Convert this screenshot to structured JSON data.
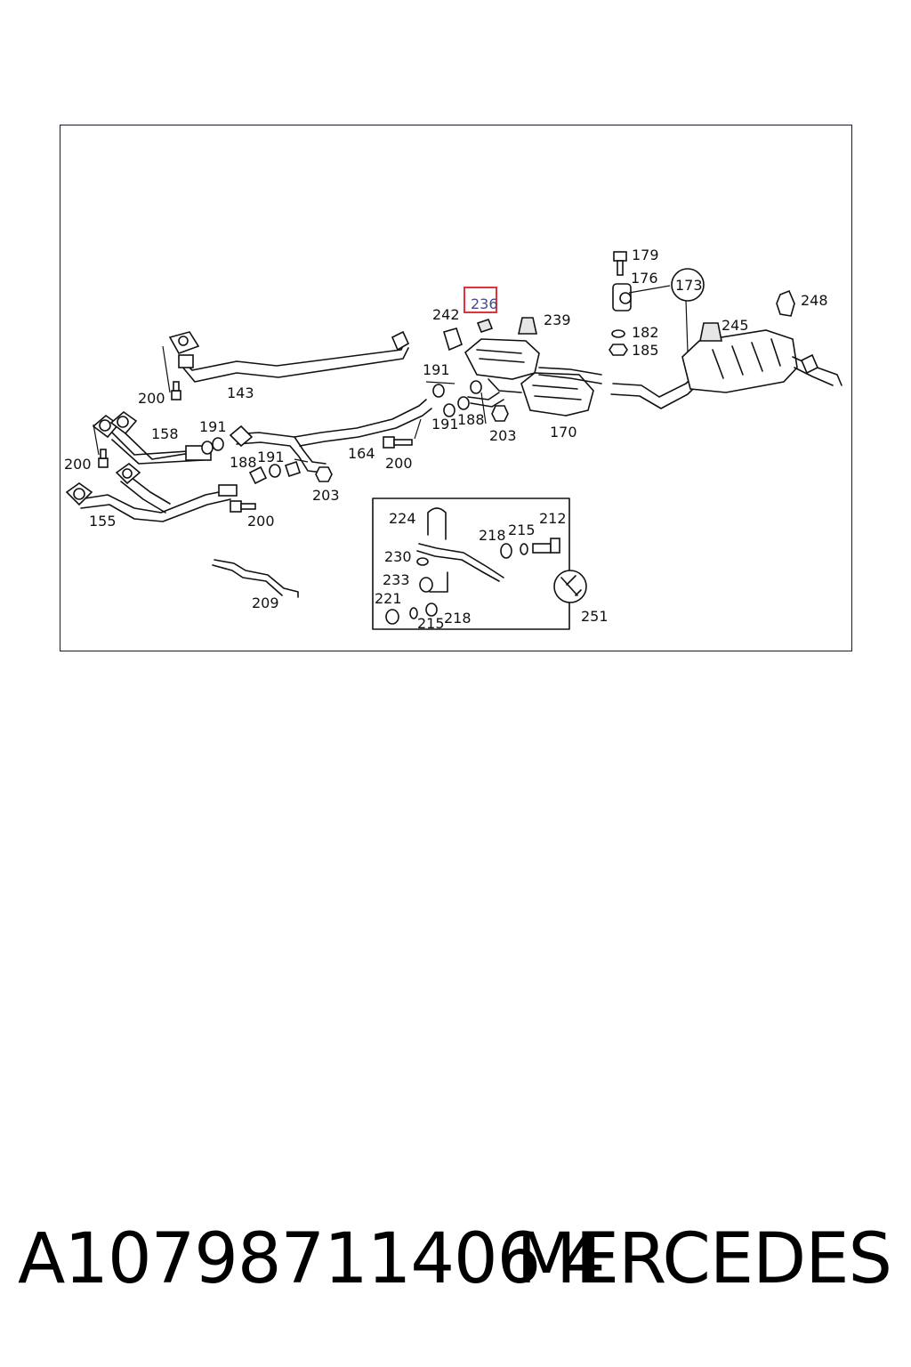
{
  "diagram": {
    "highlighted_callout": "236",
    "highlight_color": "#e0333a",
    "callouts": {
      "c143": "143",
      "c155": "155",
      "c158": "158",
      "c164": "164",
      "c170": "170",
      "c173": "173",
      "c176": "176",
      "c179": "179",
      "c182": "182",
      "c185": "185",
      "c188a": "188",
      "c188b": "188",
      "c191a": "191",
      "c191b": "191",
      "c191c": "191",
      "c191d": "191",
      "c200a": "200",
      "c200b": "200",
      "c200c": "200",
      "c200d": "200",
      "c203a": "203",
      "c203b": "203",
      "c209": "209",
      "c212": "212",
      "c215a": "215",
      "c215b": "215",
      "c218a": "218",
      "c218b": "218",
      "c221": "221",
      "c224": "224",
      "c230": "230",
      "c233": "233",
      "c236": "236",
      "c239": "239",
      "c242": "242",
      "c245": "245",
      "c248": "248",
      "c251": "251"
    }
  },
  "footer": {
    "part_number": "A10798711406 4",
    "brand": "MERCEDES"
  }
}
